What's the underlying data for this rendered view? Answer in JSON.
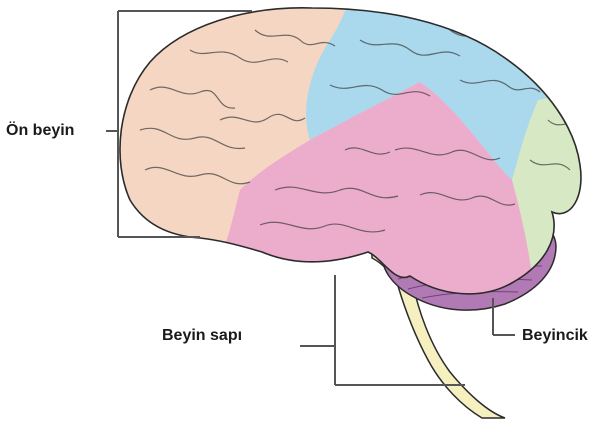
{
  "labels": {
    "forebrain": "Ön beyin",
    "brainstem": "Beyin sapı",
    "cerebellum": "Beyincik"
  },
  "colors": {
    "frontal": "#f4d6c3",
    "parietal": "#aad8ec",
    "occipital": "#d6e8c4",
    "temporal": "#ecaccc",
    "cerebellum": "#b27ab5",
    "brainstem": "#f6efc0",
    "outline": "#2b2b2b",
    "leader": "#555555"
  }
}
